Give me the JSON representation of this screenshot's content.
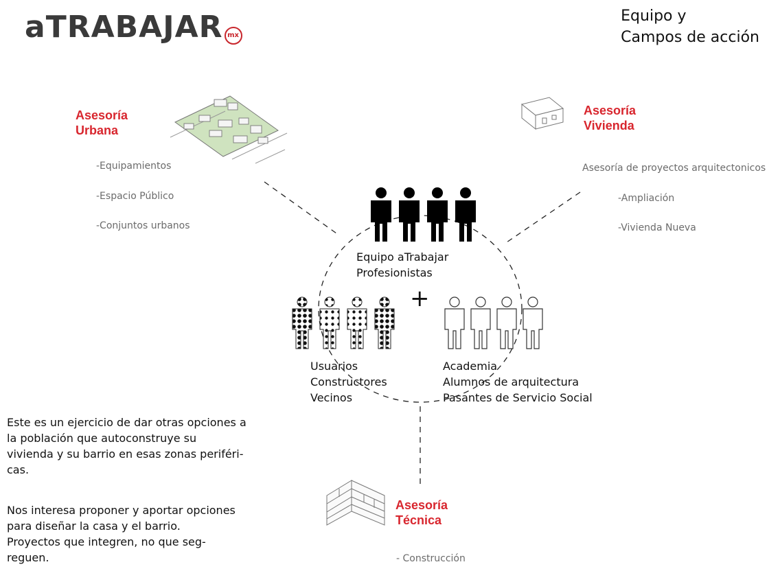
{
  "header": {
    "logo_main": "aTRABAJAR",
    "logo_badge": "mx",
    "title_line1": "Equipo y",
    "title_line2": "Campos de acción"
  },
  "urbana": {
    "title_line1": "Asesoría",
    "title_line2": "Urbana",
    "items": [
      "-Equipamientos",
      "-Espacio Público",
      "-Conjuntos urbanos"
    ]
  },
  "vivienda": {
    "title_line1": "Asesoría",
    "title_line2": "Vivienda",
    "subtitle": "Asesoría de proyectos arquitectonicos",
    "items": [
      "-Ampliación",
      "-Vivienda Nueva"
    ]
  },
  "team": {
    "line1": "Equipo aTrabajar",
    "line2": "Profesionistas",
    "plus": "+"
  },
  "users": {
    "items": [
      "Usuarios",
      "Constructores",
      "Vecinos"
    ]
  },
  "academia": {
    "items": [
      "Academia",
      "Alumnos de arquitectura",
      "Pasantes de Servicio Social"
    ]
  },
  "tecnica": {
    "title_line1": "Asesoría",
    "title_line2": "Técnica",
    "item": "- Construcción"
  },
  "description": {
    "para1": [
      "Este es un ejercicio de dar otras opciones a",
      "la población que autoconstruye su",
      "vivienda y su barrio en esas zonas periféri-",
      "cas."
    ],
    "para2": [
      "Nos interesa proponer y aportar opciones",
      "para diseñar la casa y el barrio.",
      "Proyectos que integren, no que seg-",
      "reguen."
    ]
  },
  "colors": {
    "accent": "#d8262e",
    "text": "#111111",
    "muted": "#6b6b6b"
  }
}
